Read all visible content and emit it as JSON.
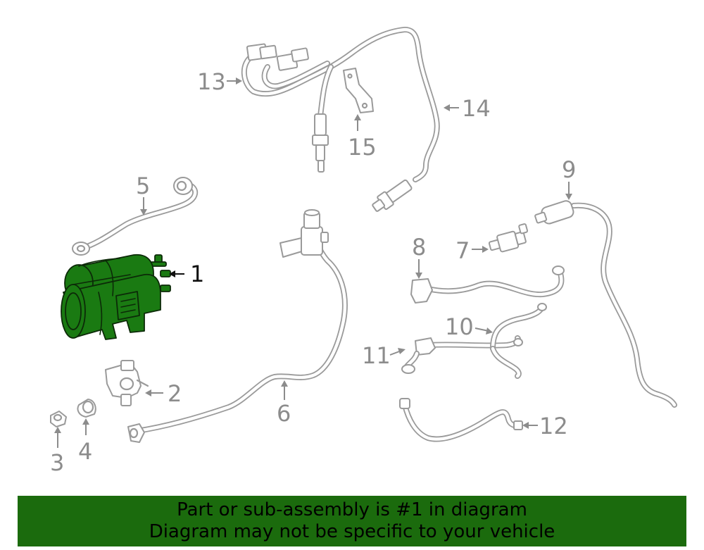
{
  "diagram": {
    "highlight_color": "#1b6b0d",
    "highlighted_part": "1",
    "callouts": [
      "1",
      "2",
      "3",
      "4",
      "5",
      "6",
      "7",
      "8",
      "9",
      "10",
      "11",
      "12",
      "13",
      "14",
      "15"
    ]
  },
  "banner": {
    "line1": "Part or sub-assembly is #1 in diagram",
    "line2": "Diagram may not be specific to your vehicle"
  }
}
